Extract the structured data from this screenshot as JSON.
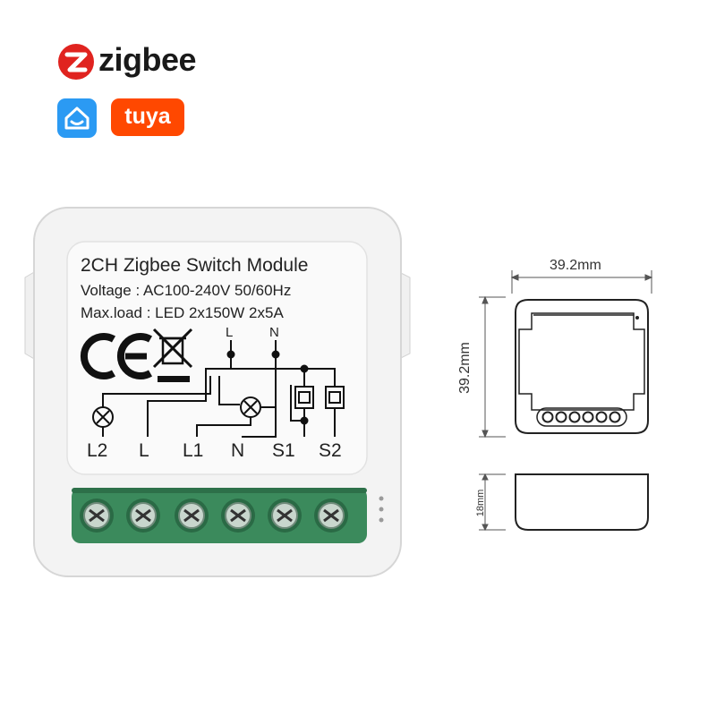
{
  "brand": {
    "zigbee": "zigbee",
    "tuya": "tuya"
  },
  "module": {
    "title": "2CH Zigbee Switch Module",
    "voltage": "Voltage : AC100-240V 50/60Hz",
    "maxload": "Max.load : LED 2x150W  2x5A",
    "top_terminals": [
      "L",
      "N"
    ],
    "bottom_terminals": [
      "L2",
      "L",
      "L1",
      "N",
      "S1",
      "S2"
    ],
    "ce_mark": "CE"
  },
  "dimensions": {
    "width": "39.2mm",
    "height": "39.2mm",
    "depth": "18mm"
  },
  "colors": {
    "zigbee_red": "#e0231f",
    "tuya_orange": "#ff4800",
    "smart_blue": "#2b9af3",
    "terminal_green": "#3b8a5c"
  }
}
